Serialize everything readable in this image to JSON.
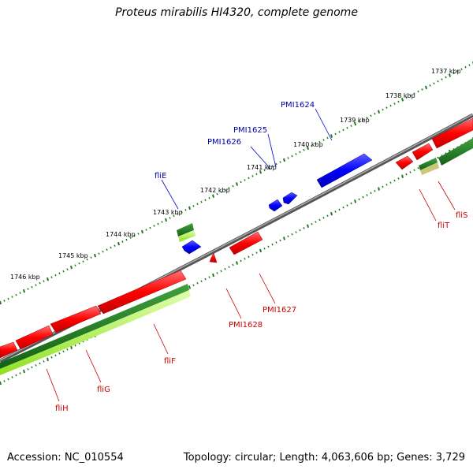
{
  "title": "Proteus mirabilis HI4320, complete genome",
  "footer": {
    "accession": "Accession: NC_010554",
    "summary": "Topology: circular; Length: 4,063,606 bp; Genes: 3,729"
  },
  "scale_labels": [
    "1737 kbp",
    "1738 kbp",
    "1739 kbp",
    "1740 kbp",
    "1741 kbp",
    "1742 kbp",
    "1743 kbp",
    "1744 kbp",
    "1745 kbp",
    "1746 kbp"
  ],
  "gene_labels": {
    "forward": [
      "PMI1624",
      "PMI1625",
      "PMI1626",
      "fliE"
    ],
    "reverse": [
      "fliS",
      "fliT",
      "PMI1627",
      "PMI1628",
      "fliF",
      "fliG",
      "fliH"
    ]
  },
  "colors": {
    "backbone": "#777777",
    "forward_gene": "#0000ff",
    "reverse_gene": "#ff0000",
    "feature_dark": "#1a7a1a",
    "feature_light": "#b2ff33",
    "tick": "#1f7a1f",
    "forward_label": "#0000aa",
    "reverse_label": "#cc0000"
  }
}
